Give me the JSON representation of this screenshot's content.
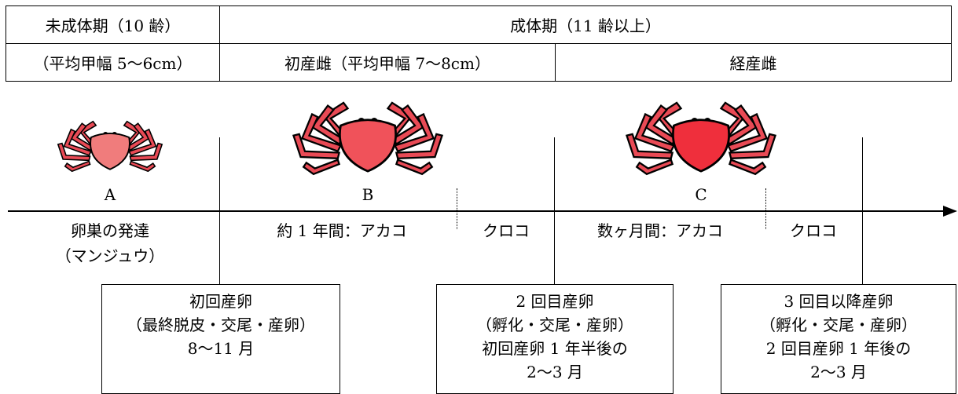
{
  "stages": {
    "juvenile_title": "未成体期（10 齢）",
    "adult_title": "成体期（11 齢以上）",
    "juvenile_width": "（平均甲幅 5～6cm）",
    "primiparous": "初産雌（平均甲幅 7～8cm）",
    "multiparous": "経産雌"
  },
  "crabs": [
    {
      "label": "A",
      "color": "#f07c7c"
    },
    {
      "label": "B",
      "color": "#f0525a"
    },
    {
      "label": "C",
      "color": "#ef2f3c"
    }
  ],
  "timeline": {
    "ovary": [
      "卵巣の発達",
      "（マンジュウ）"
    ],
    "b_red": "約 1 年間：アカコ",
    "b_black": "クロコ",
    "c_red": "数ヶ月間：アカコ",
    "c_black": "クロコ"
  },
  "events": [
    {
      "lines": [
        "初回産卵",
        "（最終脱皮・交尾・産卵）",
        "8～11 月"
      ]
    },
    {
      "lines": [
        "2 回目産卵",
        "（孵化・交尾・産卵）",
        "初回産卵 1 年半後の",
        "2～3 月"
      ]
    },
    {
      "lines": [
        "3 回目以降産卵",
        "（孵化・交尾・産卵）",
        "2 回目産卵 1 年後の",
        "2～3 月"
      ]
    }
  ]
}
